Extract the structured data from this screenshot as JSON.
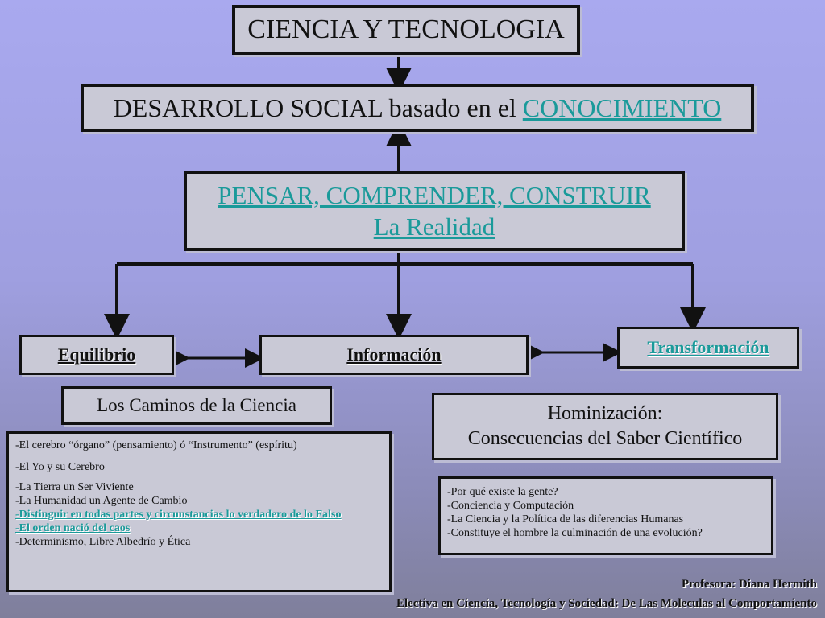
{
  "top": {
    "title": "CIENCIA Y TECNOLOGIA"
  },
  "desarrollo": {
    "text": "DESARROLLO SOCIAL basado en el ",
    "link": "CONOCIMIENTO"
  },
  "pensar": {
    "line1": "PENSAR, COMPRENDER, CONSTRUIR",
    "line2": "La Realidad"
  },
  "branches": {
    "equilibrio": "Equilibrio",
    "informacion": "Información",
    "transformacion": "Transformación"
  },
  "caminos": {
    "title": "Los Caminos de la Ciencia"
  },
  "caminos_list": [
    {
      "text": "-El cerebro “órgano” (pensamiento) ó “Instrumento” (espíritu)",
      "link": false
    },
    {
      "text": "-El Yo y su Cerebro",
      "link": false
    },
    {
      "text": "-La Tierra un Ser Viviente",
      "link": false
    },
    {
      "text": "-La Humanidad un Agente de Cambio",
      "link": false
    },
    {
      "text": "-Distinguir en todas partes y circunstancias lo verdadero de lo Falso",
      "link": true
    },
    {
      "text": "-El orden nació del caos",
      "link": true
    },
    {
      "text": "-Determinismo, Libre Albedrío y Ética",
      "link": false
    }
  ],
  "hominizacion": {
    "line1": "Hominización:",
    "line2": "Consecuencias del Saber Científico"
  },
  "hominizacion_list": [
    "-Por qué existe la gente?",
    "-Conciencia y Computación",
    "-La Ciencia y la Política de las diferencias Humanas",
    "-Constituye el hombre la culminación de una evolución?"
  ],
  "footer": {
    "profesora": "Profesora: Diana Hermith",
    "electiva": "Electiva en Ciencia, Tecnología y Sociedad: De Las Moleculas al Comportamiento"
  },
  "colors": {
    "link": "#1a9a9a",
    "box_fill": "#c9c9d6",
    "border": "#111111"
  }
}
